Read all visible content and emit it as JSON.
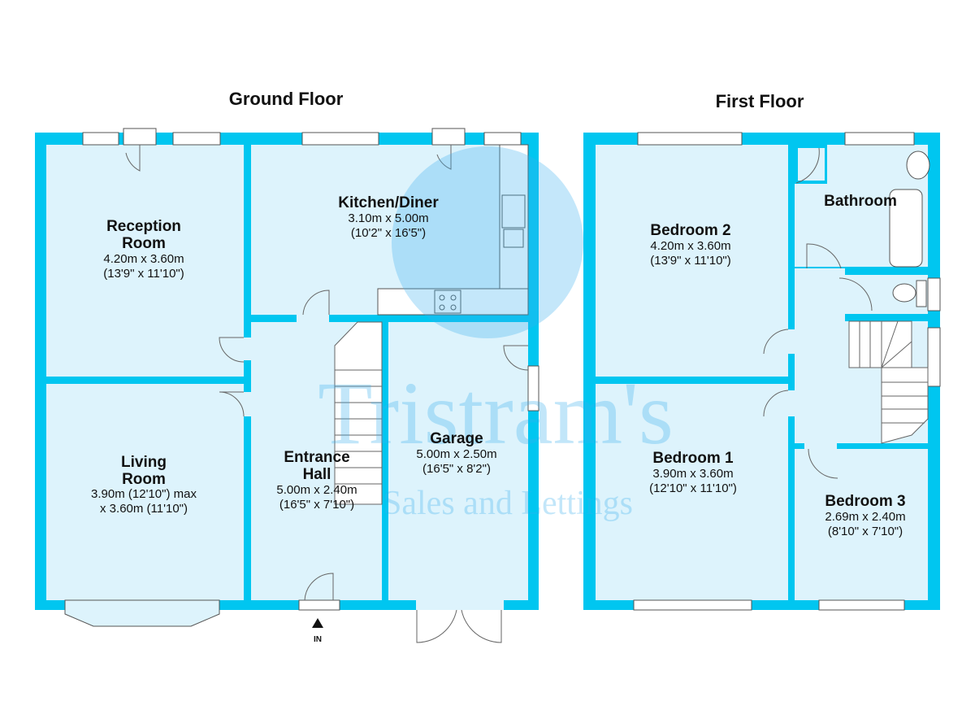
{
  "colors": {
    "wall": "#00c6f0",
    "floor": "#ddf3fc",
    "text": "#111111"
  },
  "watermark": {
    "brand": "Tristram's",
    "tagline": "Sales and Lettings"
  },
  "ground_floor": {
    "title": "Ground Floor",
    "entrance_marker": "IN",
    "rooms": [
      {
        "name_line1": "Reception",
        "name_line2": "Room",
        "dim_m": "4.20m x 3.60m",
        "dim_ft": "(13'9\" x 11'10\")"
      },
      {
        "name_line1": "Kitchen/Diner",
        "dim_m": "3.10m x 5.00m",
        "dim_ft": "(10'2\" x 16'5\")"
      },
      {
        "name_line1": "Living",
        "name_line2": "Room",
        "dim_m": "3.90m (12'10\") max",
        "dim_ft": "x 3.60m (11'10\")"
      },
      {
        "name_line1": "Entrance",
        "name_line2": "Hall",
        "dim_m": "5.00m x 2.40m",
        "dim_ft": "(16'5\" x 7'10\")"
      },
      {
        "name_line1": "Garage",
        "dim_m": "5.00m x 2.50m",
        "dim_ft": "(16'5\" x 8'2\")"
      }
    ]
  },
  "first_floor": {
    "title": "First Floor",
    "rooms": [
      {
        "name_line1": "Bedroom 2",
        "dim_m": "4.20m x 3.60m",
        "dim_ft": "(13'9\" x 11'10\")"
      },
      {
        "name_line1": "Bathroom"
      },
      {
        "name_line1": "Bedroom 1",
        "dim_m": "3.90m x 3.60m",
        "dim_ft": "(12'10\" x 11'10\")"
      },
      {
        "name_line1": "Bedroom 3",
        "dim_m": "2.69m x 2.40m",
        "dim_ft": "(8'10\" x 7'10\")"
      }
    ]
  }
}
